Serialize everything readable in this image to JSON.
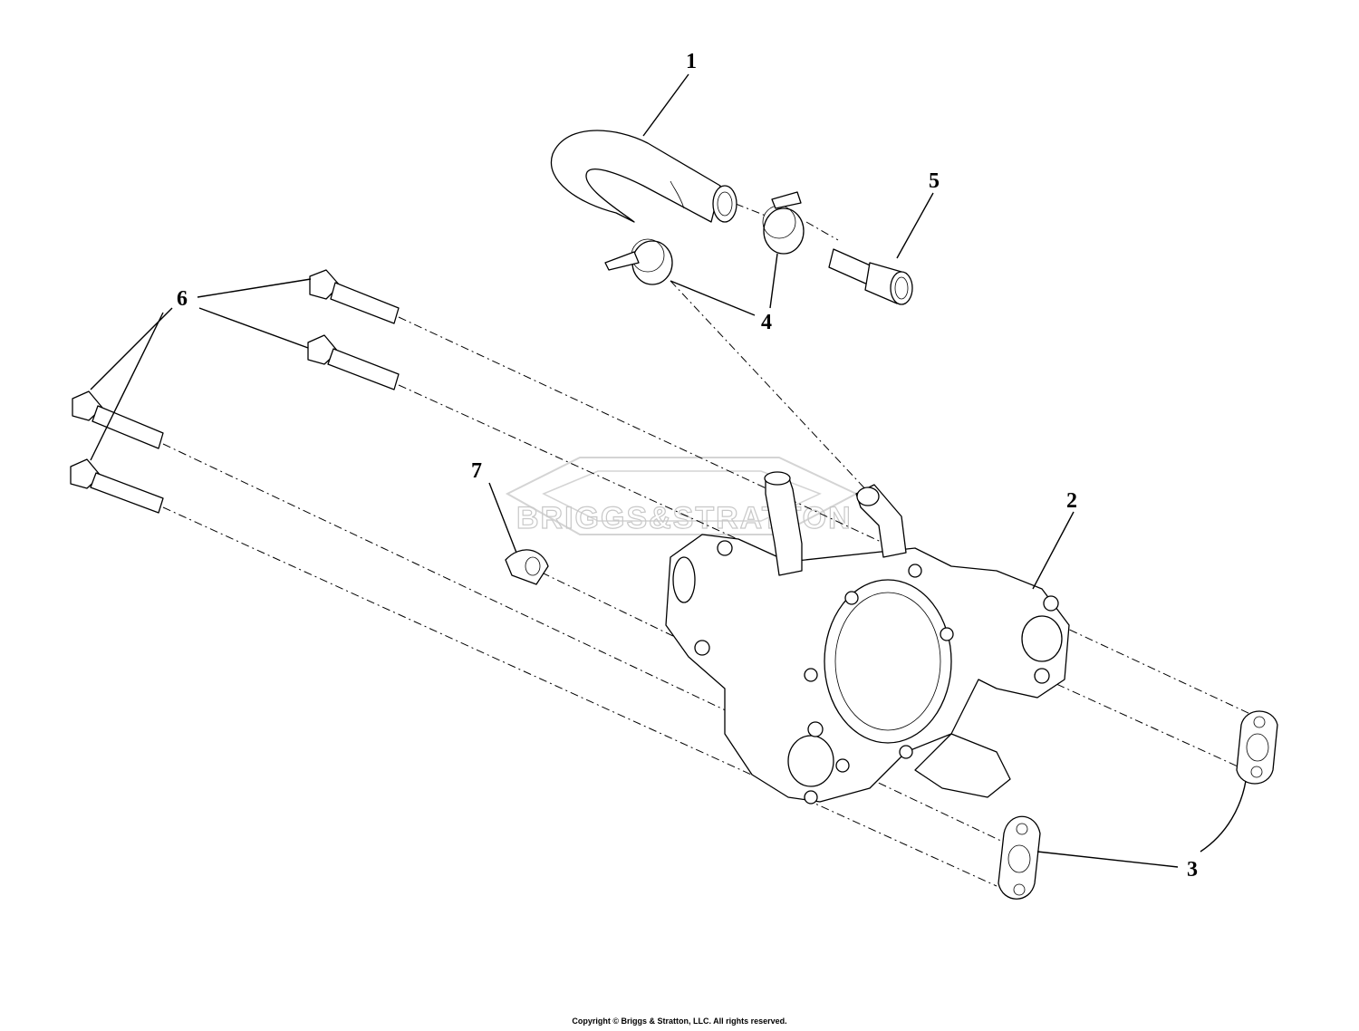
{
  "callouts": {
    "c1": "1",
    "c2": "2",
    "c3": "3",
    "c4": "4",
    "c5": "5",
    "c6": "6",
    "c7": "7"
  },
  "watermark": "BRIGGS&STRATTON",
  "copyright": "Copyright © Briggs & Stratton, LLC. All rights reserved."
}
